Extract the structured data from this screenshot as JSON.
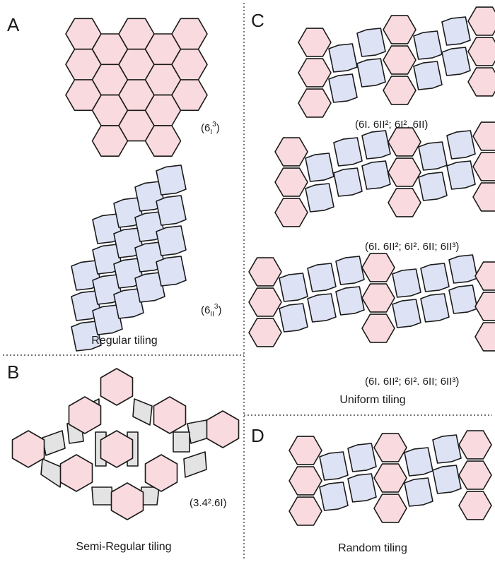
{
  "colors": {
    "type_I": "#f9dade",
    "type_II": "#dde3f5",
    "square": "#e3e3e3",
    "edge": "#1a1a1a",
    "background": "#ffffff"
  },
  "panels": {
    "A": {
      "label": "A",
      "caption": "Regular tiling",
      "notation_top": {
        "base": "6",
        "sub": "I",
        "sup": "3"
      },
      "notation_bottom": {
        "base": "6",
        "sub": "II",
        "sup": "3"
      }
    },
    "B": {
      "label": "B",
      "caption": "Semi-Regular tiling",
      "notation": "(3.4².6I)"
    },
    "C": {
      "label": "C",
      "caption": "Uniform tiling",
      "notations": [
        "(6I. 6II²; 6I². 6II)",
        "(6I. 6II²; 6I². 6II; 6II³)",
        "(6I. 6II²; 6I². 6II; 6II³)"
      ]
    },
    "D": {
      "label": "D",
      "caption": "Random tiling"
    }
  }
}
